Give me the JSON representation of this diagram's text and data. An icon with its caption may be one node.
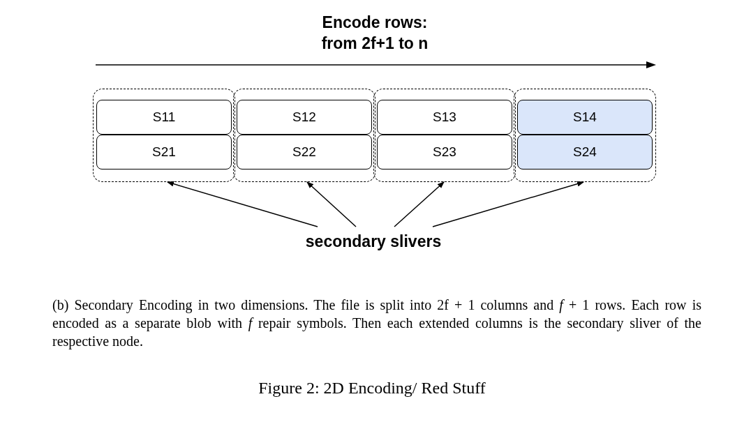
{
  "diagram": {
    "caption": "Figure 2: 2D Encoding/ Red Stuff",
    "nodes": [
      {
        "text": [],
        "shape": "box"
      },
      {
        "text": [
          "S11"
        ],
        "in": 0
      },
      {
        "text": [
          "S21"
        ],
        "in": 0
      },
      {
        "text": [],
        "shape": "box"
      },
      {
        "text": [
          "S12"
        ],
        "in": 3
      },
      {
        "text": [
          "S22"
        ],
        "in": 3
      },
      {
        "text": [],
        "shape": "box"
      },
      {
        "text": [
          "S13"
        ],
        "in": 6
      },
      {
        "text": [
          "S23"
        ],
        "in": 6
      },
      {
        "text": [],
        "shape": "box"
      },
      {
        "text": [
          "S14"
        ],
        "in": 9
      },
      {
        "text": [
          "S24"
        ],
        "in": 9
      },
      {
        "text": [
          "secondary slivers"
        ]
      }
    ],
    "edges": [
      {
        "from": 12,
        "to": 0,
        "arrow": "to"
      },
      {
        "from": 12,
        "to": 3,
        "arrow": "to"
      },
      {
        "from": 12,
        "to": 6,
        "arrow": "to"
      },
      {
        "from": 12,
        "to": 9,
        "arrow": "to"
      }
    ],
    "labels": [
      "Encode rows: from 2f+1 to n",
      "(b) Secondary Encoding in two dimensions. The file is split into 2f + 1 columns and *f* + 1 rows. Each row is encoded as a separate blob with *f* repair symbols. Then each extended columns is the secondary sliver of the respective node."
    ]
  }
}
